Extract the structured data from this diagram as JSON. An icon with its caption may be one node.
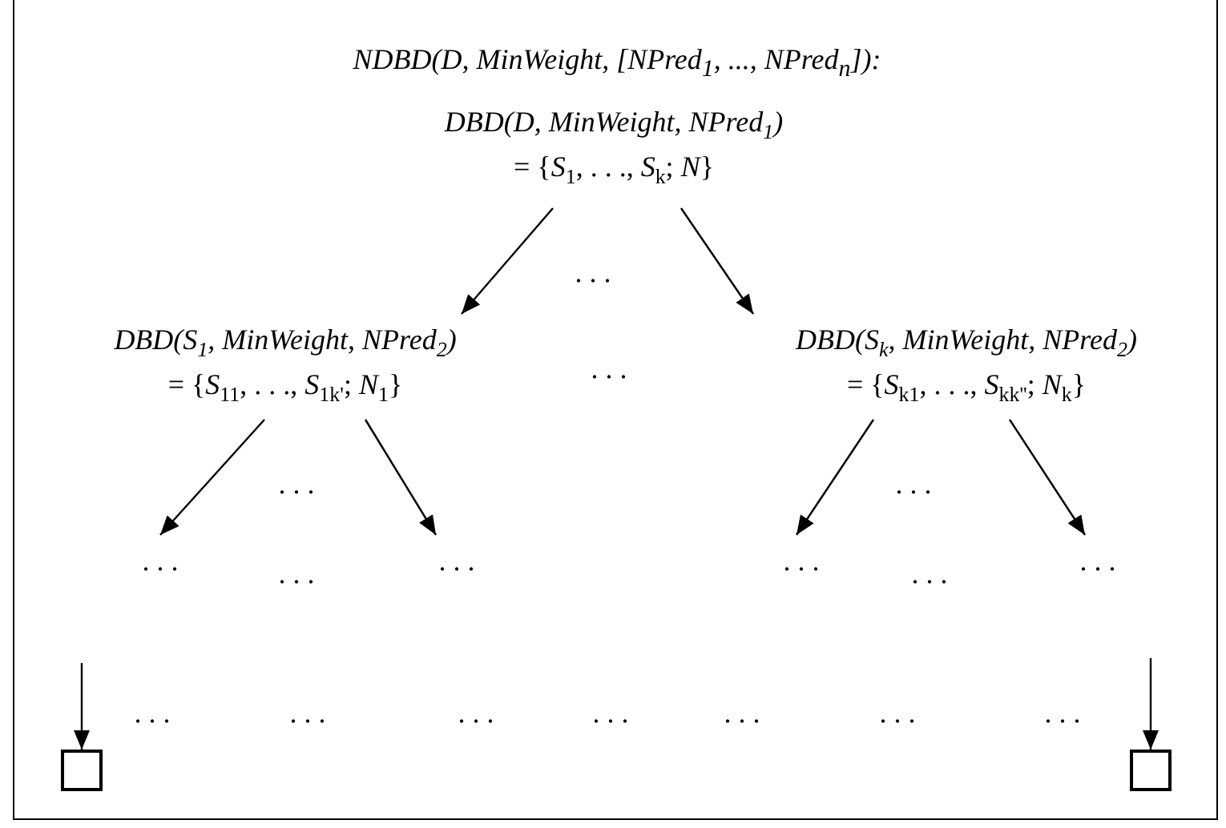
{
  "diagram": {
    "title": "NDBD(D, MinWeight, [NPred$_{1}$, ..., NPred$_{n}$]):",
    "nodes": [
      {
        "text": [
          "DBD(D, MinWeight, NPred$_{1}$)",
          "= {*S*$_{1}$, . . ., *S*$_{k}$; *N*}"
        ]
      },
      {
        "text": [
          "DBD(S$_{1}$, MinWeight, NPred$_{2}$)",
          "= {*S*$_{11}$, . . ., *S*$_{1k'}$; *N*$_{1}$}"
        ]
      },
      {
        "text": [
          "DBD(S$_{k}$, MinWeight, NPred$_{2}$)",
          "= {*S*$_{k1}$, . . ., *S*$_{kk''}$; *N*$_{k}$}"
        ]
      },
      {
        "text": [
          ". . ."
        ]
      },
      {
        "text": [
          ". . ."
        ]
      },
      {
        "text": [
          ". . ."
        ]
      },
      {
        "text": [
          ". . ."
        ]
      },
      {
        "text": [],
        "shape": "box"
      },
      {
        "text": [],
        "shape": "box"
      }
    ],
    "edges": [
      {
        "from": 0,
        "to": 1,
        "arrow": "to"
      },
      {
        "from": 0,
        "to": 2,
        "arrow": "to"
      },
      {
        "from": 1,
        "to": 3,
        "arrow": "to"
      },
      {
        "from": 1,
        "to": 4,
        "arrow": "to"
      },
      {
        "from": 2,
        "to": 5,
        "arrow": "to"
      },
      {
        "from": 2,
        "to": 6,
        "arrow": "to"
      },
      {
        "from": null,
        "to": 7,
        "arrow": "to"
      },
      {
        "from": null,
        "to": 8,
        "arrow": "to"
      }
    ],
    "labels": [
      ". . .",
      ". . .",
      ". . .",
      ". . .",
      ". . .",
      ". . .",
      ". . .",
      ". . .",
      ". . .",
      ". . .",
      ". . .",
      ". . .",
      ". . ."
    ]
  }
}
